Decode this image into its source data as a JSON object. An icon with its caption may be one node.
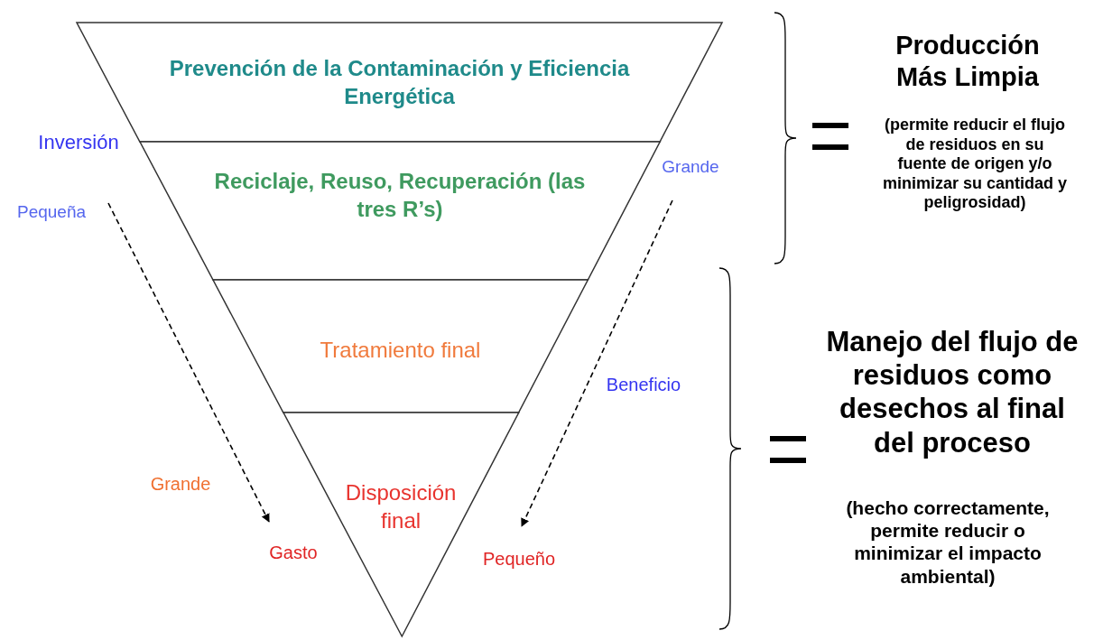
{
  "diagram": {
    "nodes": [
      {
        "text": [
          "Prevención de la Contaminación y Eficiencia Energética"
        ]
      },
      {
        "text": [
          "Reciclaje, Reuso, Recuperación (las tres R’s)"
        ]
      },
      {
        "text": [
          "Tratamiento final"
        ]
      },
      {
        "text": [
          "Disposición final"
        ]
      }
    ],
    "edges": [],
    "labels": [
      "Inversión",
      "Grande",
      "Pequeña",
      "Beneficio",
      "Grande",
      "Gasto",
      "Pequeño",
      "Producción Más Limpia",
      "(permite reducir el flujo de residuos en su fuente de origen y/o minimizar su cantidad y peligrosidad)",
      "Manejo del flujo de residuos como desechos al final del proceso",
      "(hecho correctamente, permite reducir o minimizar el impacto ambiental)"
    ]
  }
}
